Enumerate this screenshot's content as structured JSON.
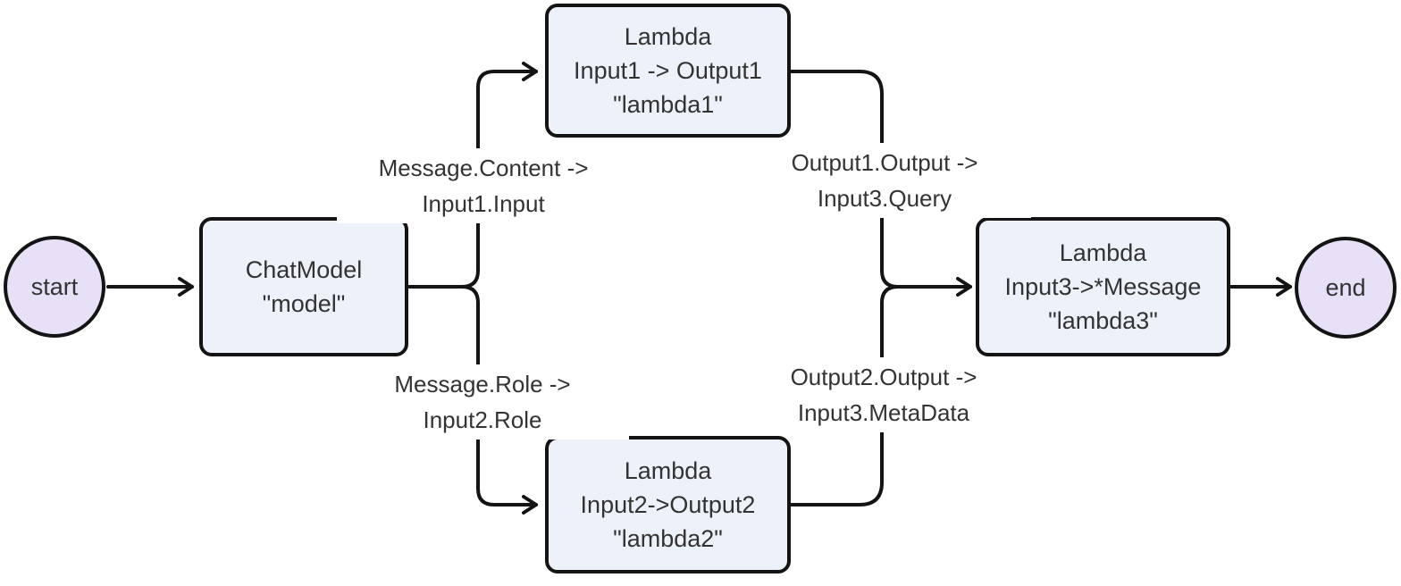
{
  "diagram": {
    "type": "flowchart",
    "direction": "left-to-right",
    "colors": {
      "background": "#FFFFFF",
      "rect_node_fill": "#EDF2FA",
      "terminal_node_fill": "#E7E0F6",
      "stroke": "#141414",
      "text": "#333333"
    },
    "nodes": {
      "start": {
        "shape": "circle",
        "label": "start"
      },
      "model": {
        "shape": "rect",
        "lines": [
          "ChatModel",
          "\"model\""
        ]
      },
      "lambda1": {
        "shape": "rect",
        "lines": [
          "Lambda",
          "Input1 -> Output1",
          "\"lambda1\""
        ]
      },
      "lambda2": {
        "shape": "rect",
        "lines": [
          "Lambda",
          "Input2->Output2",
          "\"lambda2\""
        ]
      },
      "lambda3": {
        "shape": "rect",
        "lines": [
          "Lambda",
          "Input3->*Message",
          "\"lambda3\""
        ]
      },
      "end": {
        "shape": "circle",
        "label": "end"
      }
    },
    "edges": [
      {
        "from": "start",
        "to": "model",
        "label_lines": []
      },
      {
        "from": "model",
        "to": "lambda1",
        "label_lines": [
          "Message.Content ->",
          "Input1.Input"
        ]
      },
      {
        "from": "model",
        "to": "lambda2",
        "label_lines": [
          "Message.Role ->",
          "Input2.Role"
        ]
      },
      {
        "from": "lambda1",
        "to": "lambda3",
        "label_lines": [
          "Output1.Output ->",
          "Input3.Query"
        ]
      },
      {
        "from": "lambda2",
        "to": "lambda3",
        "label_lines": [
          "Output2.Output ->",
          "Input3.MetaData"
        ]
      },
      {
        "from": "lambda3",
        "to": "end",
        "label_lines": []
      }
    ]
  }
}
